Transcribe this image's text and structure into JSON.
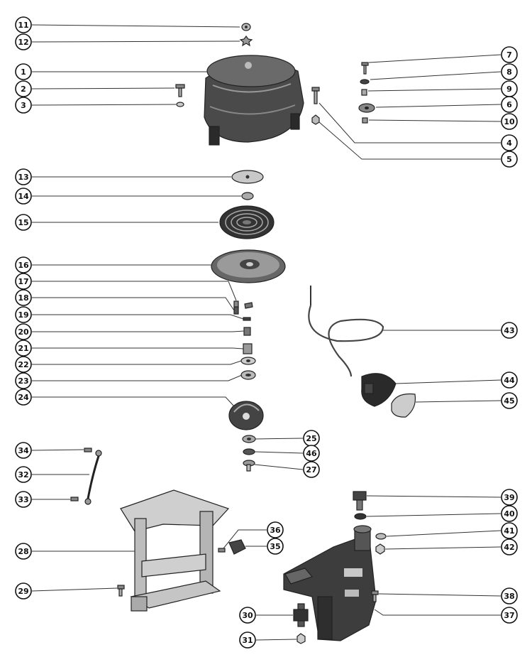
{
  "callouts": [
    {
      "n": "11"
    },
    {
      "n": "12"
    },
    {
      "n": "1"
    },
    {
      "n": "2"
    },
    {
      "n": "3"
    },
    {
      "n": "7"
    },
    {
      "n": "8"
    },
    {
      "n": "9"
    },
    {
      "n": "6"
    },
    {
      "n": "10"
    },
    {
      "n": "4"
    },
    {
      "n": "5"
    },
    {
      "n": "13"
    },
    {
      "n": "14"
    },
    {
      "n": "15"
    },
    {
      "n": "16"
    },
    {
      "n": "17"
    },
    {
      "n": "18"
    },
    {
      "n": "19"
    },
    {
      "n": "20"
    },
    {
      "n": "21"
    },
    {
      "n": "22"
    },
    {
      "n": "23"
    },
    {
      "n": "24"
    },
    {
      "n": "43"
    },
    {
      "n": "44"
    },
    {
      "n": "45"
    },
    {
      "n": "25"
    },
    {
      "n": "46"
    },
    {
      "n": "27"
    },
    {
      "n": "34"
    },
    {
      "n": "32"
    },
    {
      "n": "33"
    },
    {
      "n": "36"
    },
    {
      "n": "35"
    },
    {
      "n": "28"
    },
    {
      "n": "29"
    },
    {
      "n": "39"
    },
    {
      "n": "40"
    },
    {
      "n": "41"
    },
    {
      "n": "42"
    },
    {
      "n": "38"
    },
    {
      "n": "37"
    },
    {
      "n": "30"
    },
    {
      "n": "31"
    }
  ]
}
